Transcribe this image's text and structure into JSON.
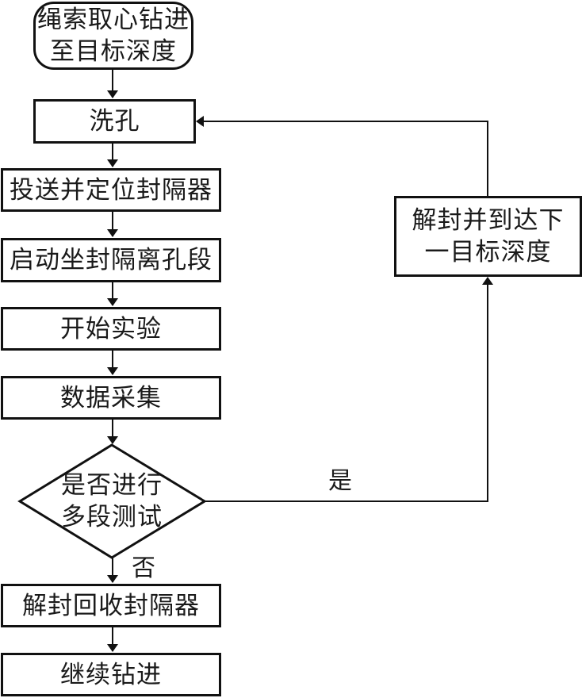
{
  "flowchart": {
    "start": {
      "line1": "绳索取心钻进",
      "line2": "至目标深度"
    },
    "steps": [
      {
        "id": "wash-hole",
        "label": "洗孔"
      },
      {
        "id": "deploy-packer",
        "label": "投送并定位封隔器"
      },
      {
        "id": "activate-packer",
        "label": "启动坐封隔离孔段"
      },
      {
        "id": "start-experiment",
        "label": "开始实验"
      },
      {
        "id": "data-collection",
        "label": "数据采集"
      }
    ],
    "decision": {
      "line1": "是否进行",
      "line2": "多段测试"
    },
    "branch_yes_label": "是",
    "branch_no_label": "否",
    "yes_step": {
      "line1": "解封并到达下",
      "line2": "一目标深度"
    },
    "no_steps": [
      {
        "id": "retrieve-packer",
        "label": "解封回收封隔器"
      },
      {
        "id": "continue-drilling",
        "label": "继续钻进"
      }
    ]
  }
}
